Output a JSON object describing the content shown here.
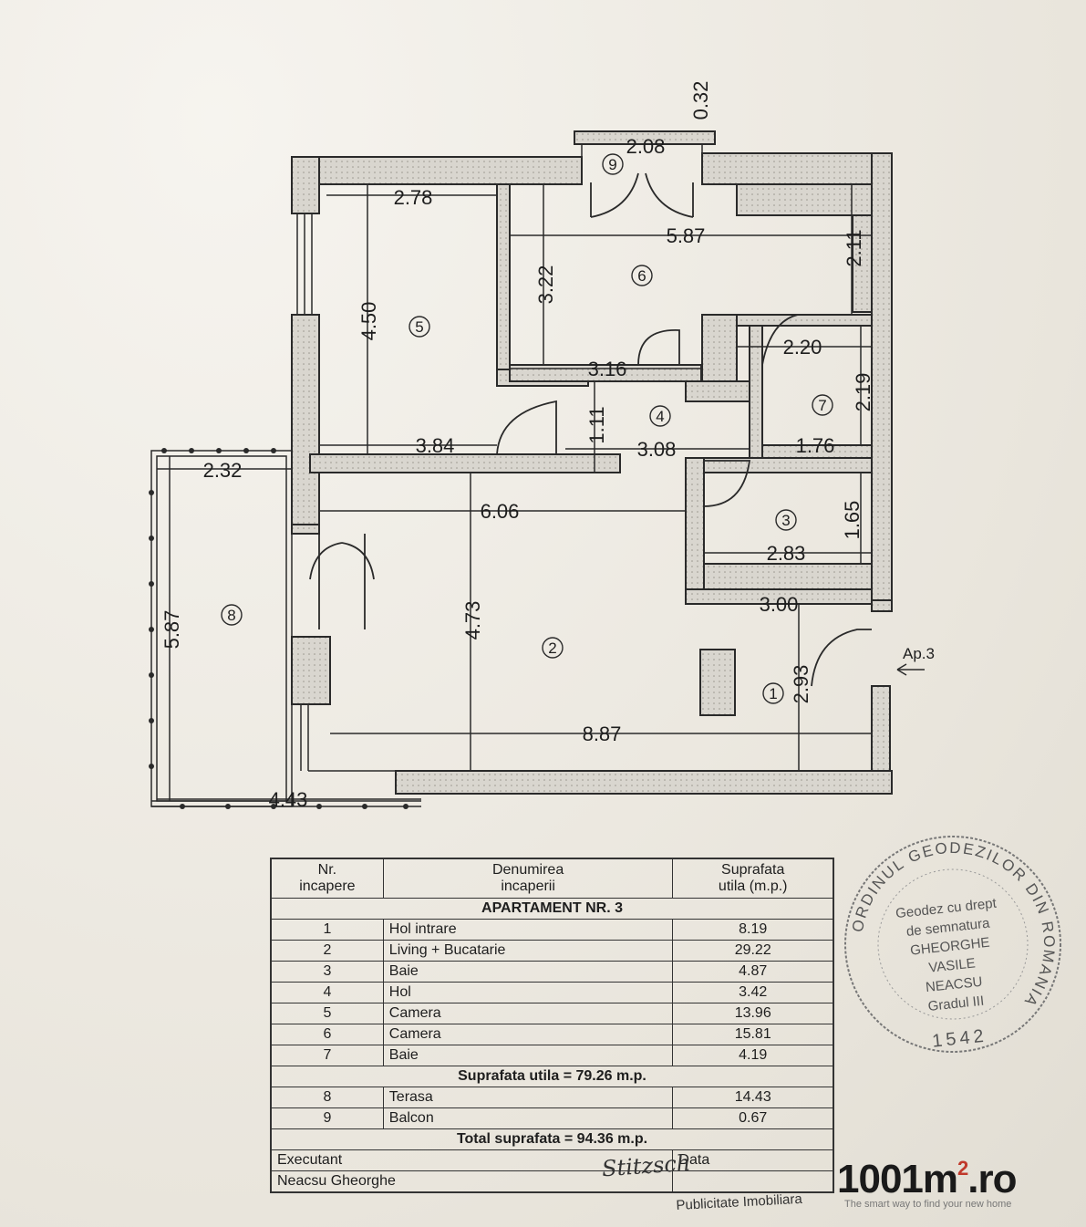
{
  "plan": {
    "dimensions": {
      "d_032": "0.32",
      "d_208": "2.08",
      "d_278": "2.78",
      "d_587_top": "5.87",
      "d_322": "3.22",
      "d_211": "2.11",
      "d_450": "4.50",
      "d_316": "3.16",
      "d_220": "2.20",
      "d_219": "2.19",
      "d_111": "1.11",
      "d_384": "3.84",
      "d_308": "3.08",
      "d_176": "1.76",
      "d_232": "2.32",
      "d_606": "6.06",
      "d_165": "1.65",
      "d_283": "2.83",
      "d_300": "3.00",
      "d_587_left": "5.87",
      "d_473": "4.73",
      "d_293": "2.93",
      "d_887": "8.87",
      "d_443": "4.43"
    },
    "rooms": {
      "r1": "1",
      "r2": "2",
      "r3": "3",
      "r4": "4",
      "r5": "5",
      "r6": "6",
      "r7": "7",
      "r8": "8",
      "r9": "9"
    },
    "entrance_label": "Ap.3"
  },
  "table": {
    "headers": {
      "nr": "Nr.\nincapere",
      "name": "Denumirea\nincaperii",
      "area": "Suprafata\nutila (m.p.)"
    },
    "apartment_title": "APARTAMENT NR. 3",
    "rows": [
      {
        "nr": "1",
        "name": "Hol intrare",
        "area": "8.19"
      },
      {
        "nr": "2",
        "name": "Living + Bucatarie",
        "area": "29.22"
      },
      {
        "nr": "3",
        "name": "Baie",
        "area": "4.87"
      },
      {
        "nr": "4",
        "name": "Hol",
        "area": "3.42"
      },
      {
        "nr": "5",
        "name": "Camera",
        "area": "13.96"
      },
      {
        "nr": "6",
        "name": "Camera",
        "area": "15.81"
      },
      {
        "nr": "7",
        "name": "Baie",
        "area": "4.19"
      }
    ],
    "usable_total": "Suprafata utila = 79.26 m.p.",
    "extra_rows": [
      {
        "nr": "8",
        "name": "Terasa",
        "area": "14.43"
      },
      {
        "nr": "9",
        "name": "Balcon",
        "area": "0.67"
      }
    ],
    "grand_total": "Total suprafata = 94.36 m.p.",
    "executant_label": "Executant",
    "executant_name": "Neacsu Gheorghe",
    "date_label": "Data"
  },
  "stamp": {
    "ring": "ORDINUL GEODEZILOR DIN ROMANIA",
    "line1": "Geodez cu drept",
    "line2": "de semnatura",
    "line3": "GHEORGHE",
    "line4": "VASILE",
    "line5": "NEACSU",
    "line6": "Gradul III",
    "number": "1542"
  },
  "logo": {
    "text_a": "1001m",
    "text_sup": "2",
    "text_b": ".ro",
    "slogan": "The smart way to find your new home"
  },
  "bottom_text": "Publicitate Imobiliara"
}
